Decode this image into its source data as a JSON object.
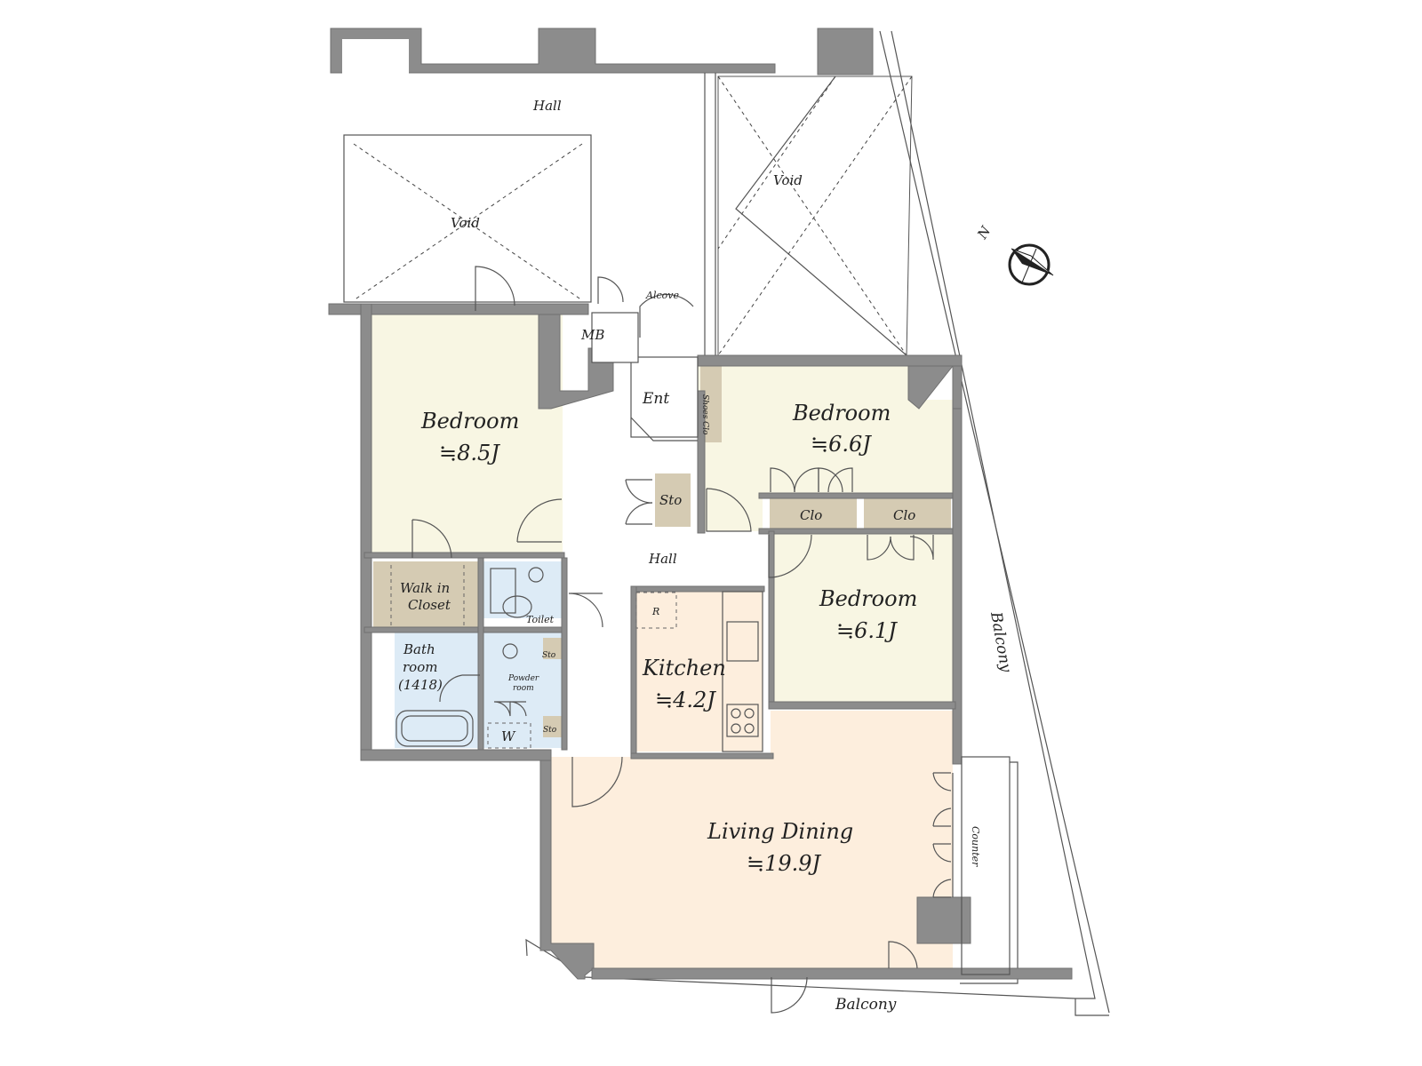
{
  "colors": {
    "bedroom": "#f8f6e3",
    "living": "#fdeedd",
    "wet": "#ddebf6",
    "storage": "#d5cbb3",
    "wall": "#8c8c8c",
    "outline": "#555555"
  },
  "compass": {
    "letter": "N",
    "icon": "compass-north-arrow-icon"
  },
  "labels": {
    "hall_top": "Hall",
    "void_left": "Void",
    "void_right": "Void",
    "alcove": "Alcove",
    "mb": "MB",
    "ent": "Ent",
    "shoes_clo": "Shoes Clo",
    "sto_hall": "Sto",
    "hall_inner": "Hall",
    "clo_1": "Clo",
    "clo_2": "Clo",
    "walk_in_1": "Walk in",
    "walk_in_2": "Closet",
    "toilet": "Toilet",
    "sto_small": "Sto",
    "bath_1": "Bath",
    "bath_2": "room",
    "bath_3": "(1418)",
    "powder_1": "Powder",
    "powder_2": "room",
    "washer": "W",
    "sto_wash": "Sto",
    "fridge": "R",
    "counter": "Counter",
    "balcony_right": "Balcony",
    "balcony_bottom": "Balcony"
  },
  "rooms": {
    "bedroom_nw": {
      "name": "Bedroom",
      "size": "≒8.5J"
    },
    "bedroom_ne": {
      "name": "Bedroom",
      "size": "≒6.6J"
    },
    "bedroom_e": {
      "name": "Bedroom",
      "size": "≒6.1J"
    },
    "kitchen": {
      "name": "Kitchen",
      "size": "≒4.2J"
    },
    "living": {
      "name": "Living Dining",
      "size": "≒19.9J"
    }
  }
}
